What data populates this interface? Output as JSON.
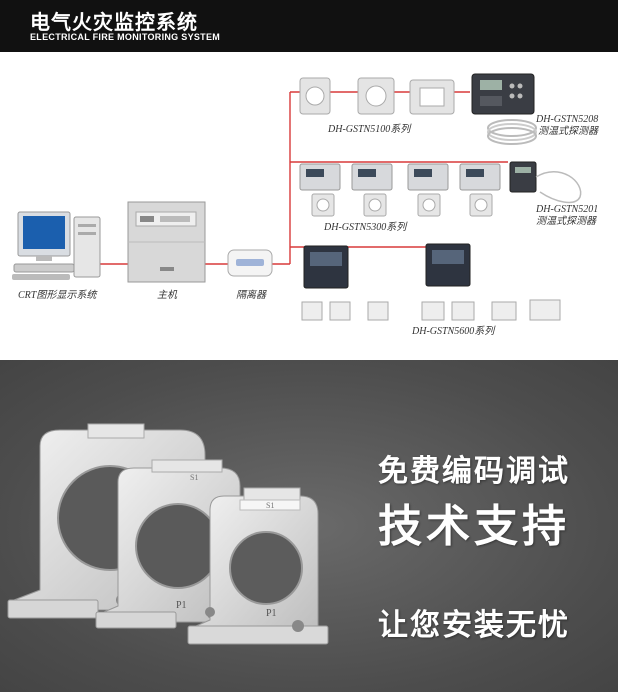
{
  "header": {
    "title_cn": "电气火灾监控系统",
    "title_en": "ELECTRICAL FIRE MONITORING SYSTEM"
  },
  "diagram": {
    "labels": {
      "crt": "CRT图形显示系统",
      "host": "主机",
      "isolator": "隔离器",
      "series_5100": "DH-GSTN5100系列",
      "series_5300": "DH-GSTN5300系列",
      "series_5600": "DH-GSTN5600系列",
      "model_5208": "DH-GSTN5208",
      "model_5208_desc": "测温式探测器",
      "model_5201": "DH-GSTN5201",
      "model_5201_desc": "测温式探测器"
    },
    "line_color": "#d83a3a"
  },
  "lower": {
    "slogan_1": "免费编码调试",
    "slogan_2": "技术支持",
    "slogan_3": "让您安装无忧",
    "sensor_marks": [
      "P1",
      "P1",
      "S1",
      "S1"
    ]
  }
}
